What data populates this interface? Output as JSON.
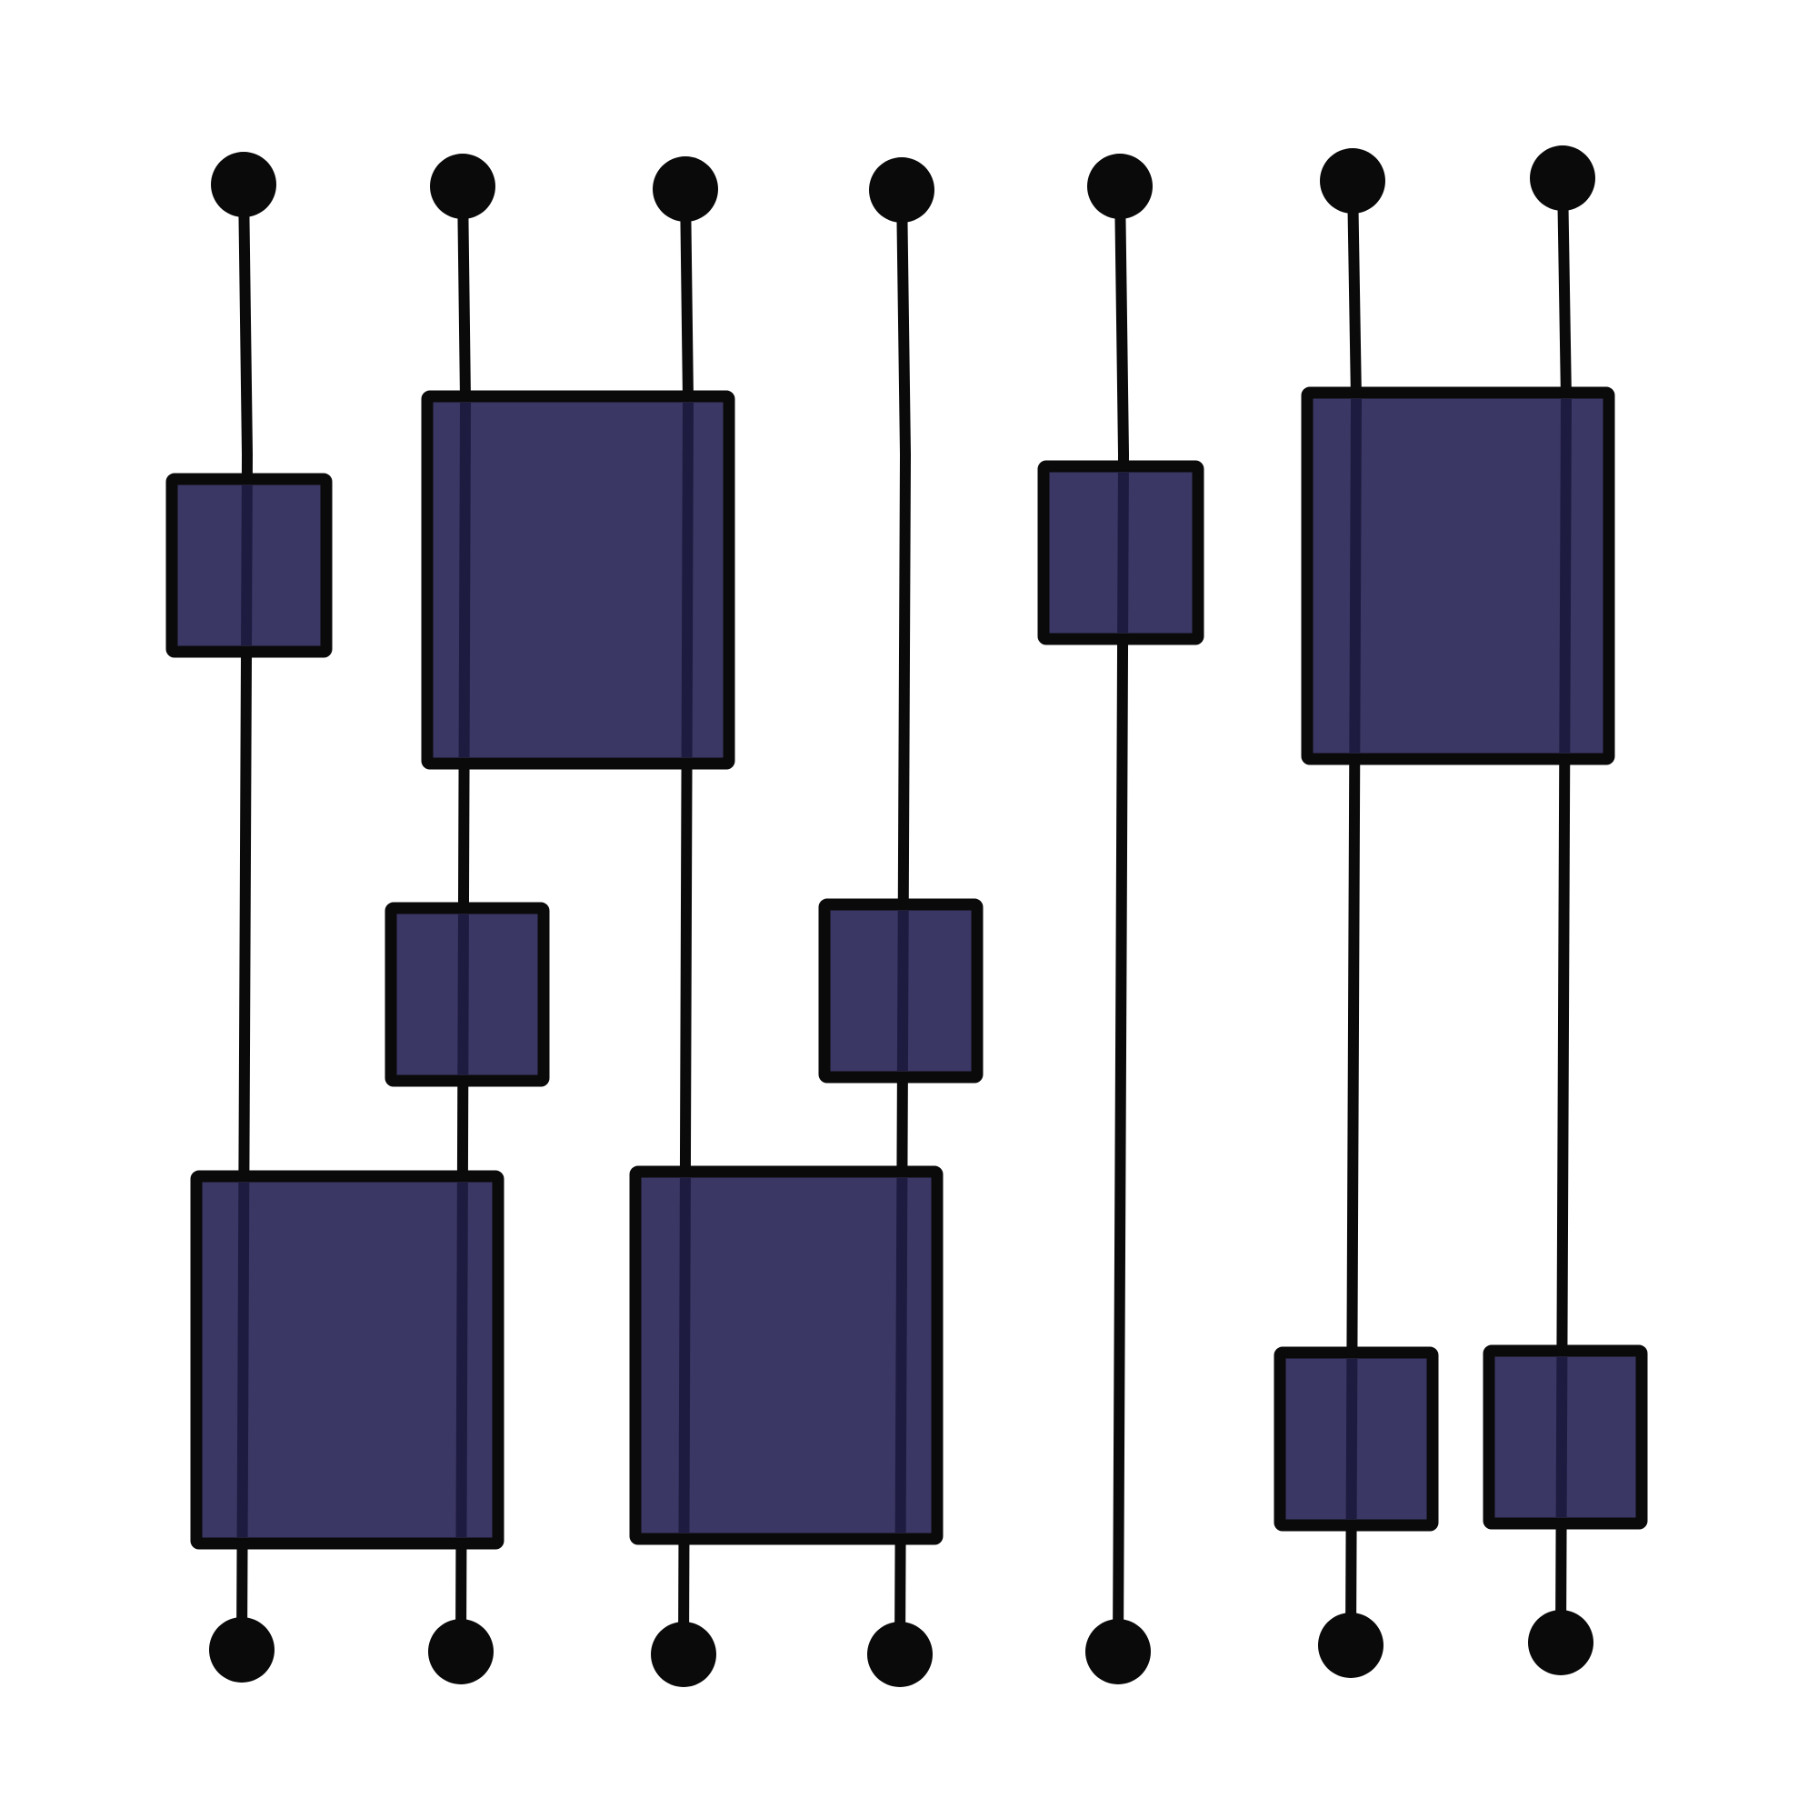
{
  "diagram": {
    "kind": "quantum-circuit-glyph",
    "wire_count": 7,
    "gate_count": 10,
    "colors": {
      "background": "#ffffff",
      "stroke": "#0a0a0a",
      "gate_fill": "#3b3764",
      "wire_under_gate": "#1e1b40"
    },
    "icons": {
      "terminal": "filled-circle",
      "gate": "square-box"
    }
  }
}
